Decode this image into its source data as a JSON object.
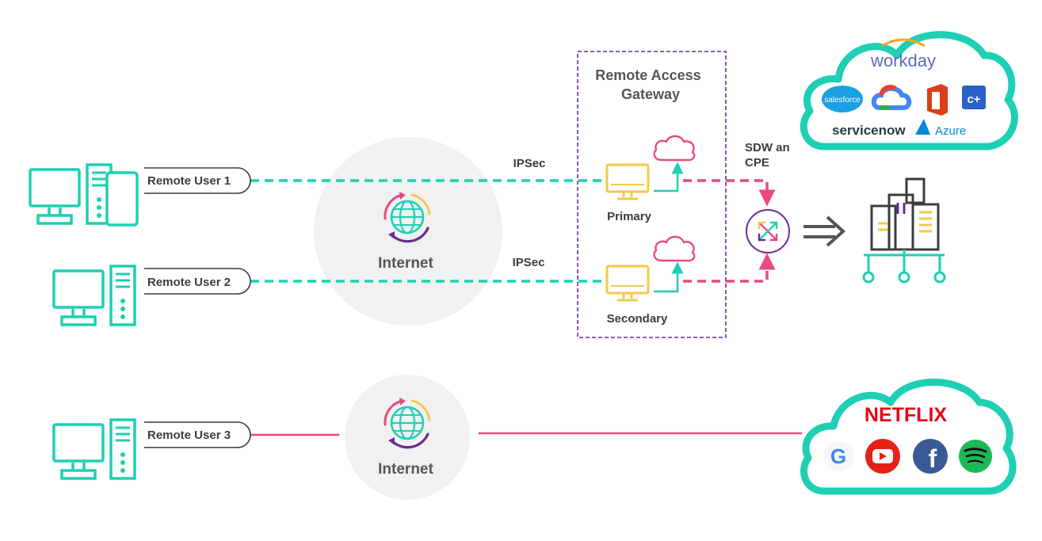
{
  "colors": {
    "teal": "#1ecfb4",
    "pink": "#e94a7a",
    "yellow": "#f5c84a",
    "purple": "#6a2c91",
    "circle": "#f1f1f1",
    "dark": "#3c3c3c",
    "arrow": "#555555"
  },
  "users": [
    {
      "label": "Remote User 1",
      "icon": "desktop-tower-mobile-icon"
    },
    {
      "label": "Remote User 2",
      "icon": "desktop-tower-icon"
    },
    {
      "label": "Remote User 3",
      "icon": "desktop-tower-icon"
    }
  ],
  "internet": [
    {
      "label": "Internet",
      "icon": "globe-icon"
    },
    {
      "label": "Internet",
      "icon": "globe-icon"
    }
  ],
  "tunnels": [
    {
      "label": "IPSec"
    },
    {
      "label": "IPSec"
    }
  ],
  "gateway": {
    "title_line1": "Remote Access",
    "title_line2": "Gateway",
    "nodes": [
      {
        "label": "Primary",
        "icon": "monitor-icon"
      },
      {
        "label": "Secondary",
        "icon": "monitor-icon"
      }
    ]
  },
  "sdwan": {
    "label_line1": "SDW an",
    "label_line2": "CPE",
    "icon": "sdwan-router-icon"
  },
  "datacenter": {
    "icon": "corporate-building-icon"
  },
  "saas_cloud": {
    "logos": [
      "workday",
      "salesforce",
      "google-cloud",
      "office",
      "c+",
      "servicenow",
      "Azure"
    ]
  },
  "internet_cloud": {
    "logos": [
      "NETFLIX",
      "G",
      "youtube",
      "f",
      "spotify"
    ]
  }
}
